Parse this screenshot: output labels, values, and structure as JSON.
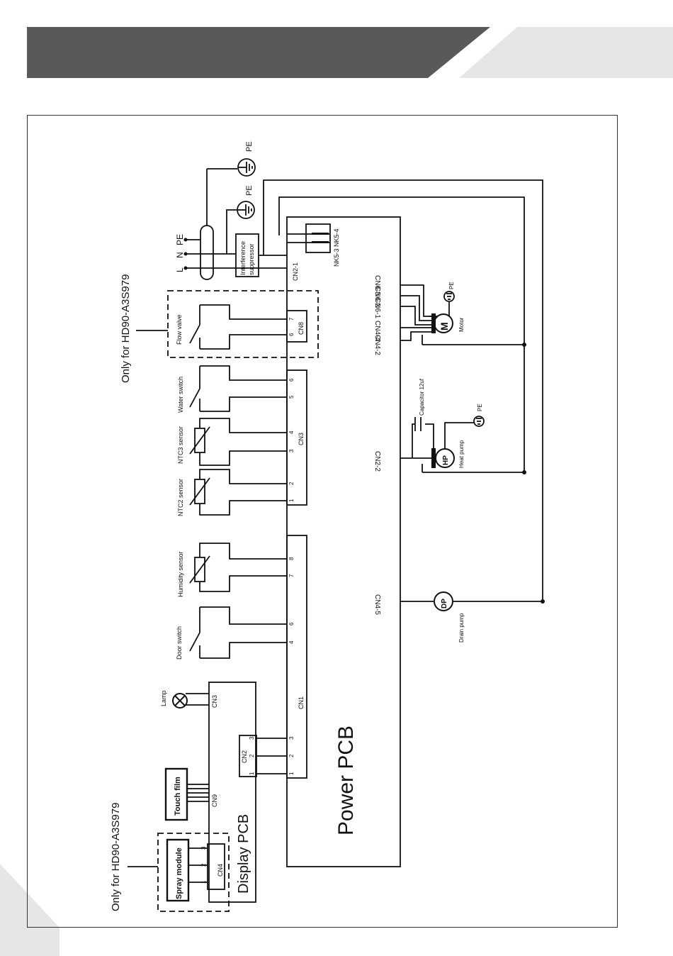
{
  "title": "",
  "colors": {
    "header": "#595959",
    "header_light": "#e6e6e6",
    "line": "#111111"
  },
  "notes": {
    "top": "Only for HD90-A3S979",
    "bottom": "Only for HD90-A3S979"
  },
  "boards": {
    "power": "Power PCB",
    "display": "Display PCB"
  },
  "connectors": {
    "cn1": "CN1",
    "cn3": "CN3",
    "cn8": "CN8",
    "cn2": "CN2",
    "cn4": "CN4",
    "cn9": "CN9",
    "disp_cn3": "CN3",
    "cn2_1": "CN2-1",
    "nk": "NK5-3  NK5-4",
    "cn6_3": "CN6-3",
    "cn6_2": "CN6-2",
    "cn6_1": "CN6-1",
    "cn4_4": "CN4-4",
    "cn4_2": "CN4-2",
    "cn2_2": "CN2-2",
    "cn4_5": "CN4-5"
  },
  "components": {
    "flow_valve": "Flow valve",
    "water_switch": "Water switch",
    "ntc3": "NTC3 sensor",
    "ntc2": "NTC2 sensor",
    "humidity": "Humidity sensor",
    "door_switch": "Door switch",
    "lamp": "Lamp",
    "touch_film": "Touch film",
    "spray_module": "Spray module",
    "motor": "Motor",
    "motor_symbol": "M",
    "capacitor": "Capacitor 12uf",
    "heat_pump": "Heat pump",
    "heat_pump_symbol": "HP",
    "drain_pump": "Drain pump",
    "drain_pump_symbol": "DP",
    "suppressor_line1": "Interference",
    "suppressor_line2": "suppressor"
  },
  "power_terminals": {
    "l": "L",
    "n": "N",
    "pe": "PE"
  },
  "ground_labels": {
    "pe1": "PE",
    "pe2": "PE",
    "pe3": "PE",
    "pe4": "PE"
  },
  "pins": {
    "cn8_7": "7",
    "cn8_6": "6",
    "cn3_6": "6",
    "cn3_5": "5",
    "cn3_4": "4",
    "cn3_3": "3",
    "cn3_2": "2",
    "cn3_1": "1",
    "cn1_8": "8",
    "cn1_7": "7",
    "cn1_6": "6",
    "cn1_4": "4",
    "cn1_3": "3",
    "cn1_2": "2",
    "cn1_1": "1",
    "cn2_3": "3",
    "cn2_2": "2",
    "cn2_1": "1",
    "cn4_3": "3",
    "cn4_2": "2",
    "cn4_1": "1"
  }
}
